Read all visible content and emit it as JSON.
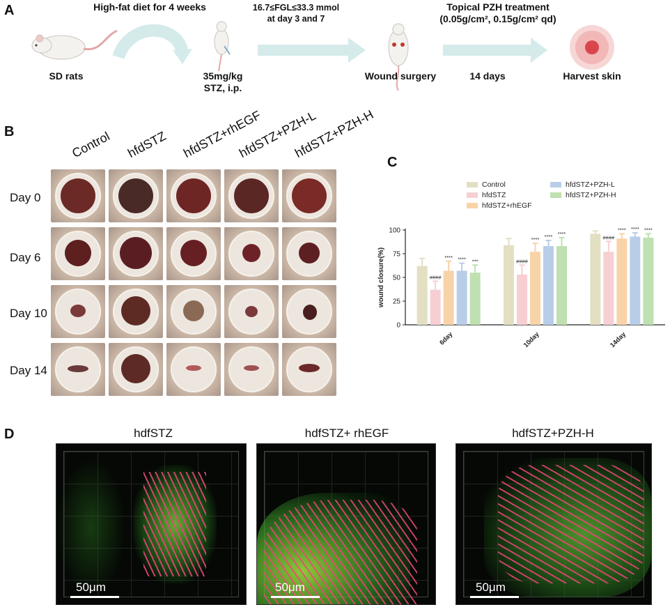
{
  "panels": {
    "a": "A",
    "b": "B",
    "c": "C",
    "d": "D"
  },
  "workflow": {
    "diet": "High-fat diet for 4 weeks",
    "rats": "SD rats",
    "stz_line1": "35mg/kg",
    "stz_line2": "STZ, i.p.",
    "fgl_line1": "16.7≤FGL≤33.3 mmol",
    "fgl_line2": "at day 3 and 7",
    "surgery": "Wound surgery",
    "treat_line1": "Topical PZH treatment",
    "treat_line2": "(0.05g/cm², 0.15g/cm² qd)",
    "days": "14 days",
    "harvest": "Harvest skin"
  },
  "photo_grid": {
    "columns": [
      "Control",
      "hfdSTZ",
      "hfdSTZ+rhEGF",
      "hfdSTZ+PZH-L",
      "hfdSTZ+PZH-H"
    ],
    "rows": [
      "Day 0",
      "Day 6",
      "Day 10",
      "Day 14"
    ]
  },
  "microscopy": {
    "titles": [
      "hdfSTZ",
      "hdfSTZ+ rhEGF",
      "hdfSTZ+PZH-H"
    ],
    "scale": "50μm"
  },
  "colors": {
    "Control": "#e3dfc3",
    "hfdSTZ": "#f7cfd2",
    "hfdSTZ+rhEGF": "#f9d3a8",
    "hfdSTZ+PZH-L": "#b8cde8",
    "hfdSTZ+PZH-H": "#bfe0b0"
  },
  "chart_data": {
    "type": "bar",
    "ylabel": "wound closure(%)",
    "ylim": [
      0,
      100
    ],
    "yticks": [
      0,
      25,
      50,
      75,
      100
    ],
    "categories": [
      "6day",
      "10day",
      "14day"
    ],
    "series": [
      {
        "name": "Control",
        "values": [
          62,
          84,
          96
        ],
        "err": [
          8,
          7,
          3
        ],
        "sig": [
          "",
          "",
          ""
        ]
      },
      {
        "name": "hfdSTZ",
        "values": [
          37,
          53,
          77
        ],
        "err": [
          9,
          10,
          11
        ],
        "sig": [
          "####",
          "####",
          "####"
        ]
      },
      {
        "name": "hfdSTZ+rhEGF",
        "values": [
          57,
          77,
          91
        ],
        "err": [
          10,
          9,
          5
        ],
        "sig": [
          "****",
          "****",
          "****"
        ]
      },
      {
        "name": "hfdSTZ+PZH-L",
        "values": [
          57,
          83,
          93
        ],
        "err": [
          8,
          6,
          4
        ],
        "sig": [
          "****",
          "****",
          "****"
        ]
      },
      {
        "name": "hfdSTZ+PZH-H",
        "values": [
          55,
          83,
          92
        ],
        "err": [
          8,
          9,
          4
        ],
        "sig": [
          "***",
          "****",
          "****"
        ]
      }
    ],
    "legend_position": "top"
  }
}
